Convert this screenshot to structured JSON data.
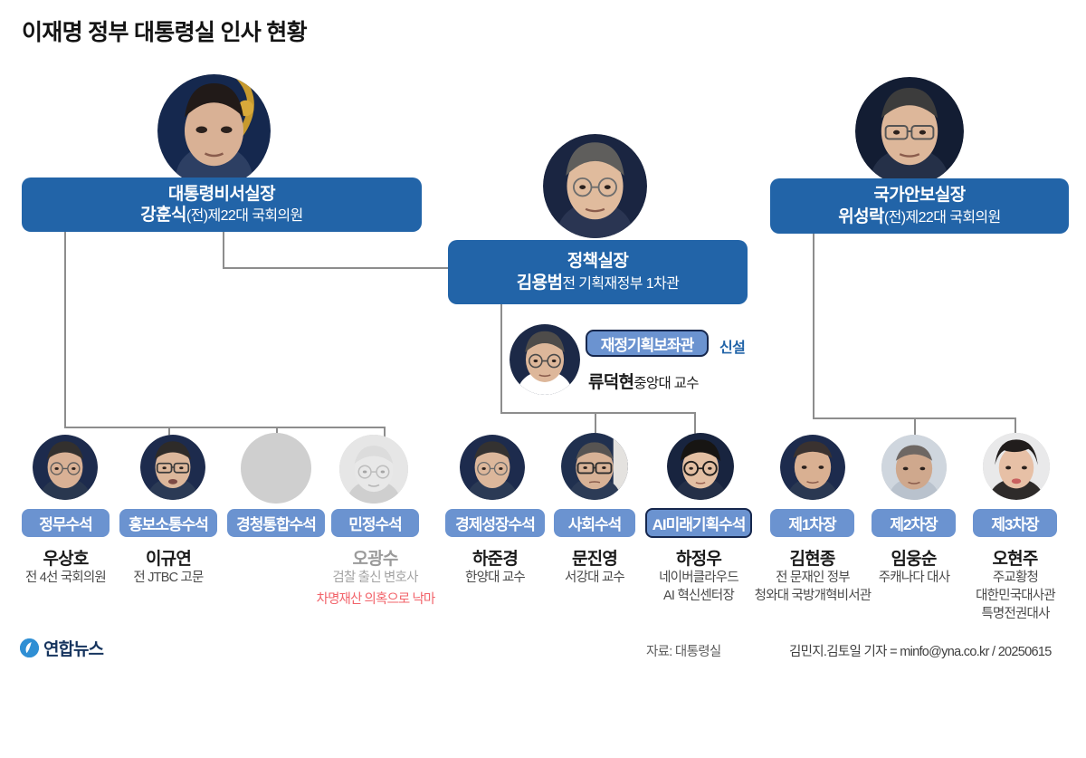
{
  "header": {
    "title": "이재명 정부 대통령실 인사 현황"
  },
  "top_boxes": [
    {
      "key": "chief_of_staff",
      "role": "대통령비서실장",
      "name": "강훈식",
      "detail": "(전)제22대 국회의원"
    },
    {
      "key": "policy_chief",
      "role": "정책실장",
      "name": "김용범",
      "detail": "전 기획재정부 1차관"
    },
    {
      "key": "national_security_chief",
      "role": "국가안보실장",
      "name": "위성락",
      "detail": "(전)제22대 국회의원"
    }
  ],
  "adviser": {
    "pill_label": "재정기획보좌관",
    "tag": "신설",
    "name": "류덕현",
    "detail": "중앙대 교수"
  },
  "secretaries": [
    {
      "key": "political_affairs",
      "pill_label": "정무수석",
      "name": "우상호",
      "desc_lines": [
        "전 4선 국회의원"
      ],
      "note": "",
      "muted": false,
      "outlined": false,
      "has_photo": true
    },
    {
      "key": "public_communication",
      "pill_label": "홍보소통수석",
      "name": "이규연",
      "desc_lines": [
        "전 JTBC 고문"
      ],
      "note": "",
      "muted": false,
      "outlined": false,
      "has_photo": true
    },
    {
      "key": "listening_integration",
      "pill_label": "경청통합수석",
      "name": "",
      "desc_lines": [],
      "note": "",
      "muted": false,
      "outlined": false,
      "has_photo": false
    },
    {
      "key": "civil_affairs",
      "pill_label": "민정수석",
      "name": "오광수",
      "desc_lines": [
        "검찰 출신 변호사"
      ],
      "note": "차명재산 의혹으로 낙마",
      "muted": true,
      "outlined": false,
      "has_photo": true
    },
    {
      "key": "economic_growth",
      "pill_label": "경제성장수석",
      "name": "하준경",
      "desc_lines": [
        "한양대 교수"
      ],
      "note": "",
      "muted": false,
      "outlined": false,
      "has_photo": true
    },
    {
      "key": "social_affairs",
      "pill_label": "사회수석",
      "name": "문진영",
      "desc_lines": [
        "서강대 교수"
      ],
      "note": "",
      "muted": false,
      "outlined": false,
      "has_photo": true
    },
    {
      "key": "ai_future_planning",
      "pill_label": "AI미래기획수석",
      "name": "하정우",
      "desc_lines": [
        "네이버클라우드",
        "AI 혁신센터장"
      ],
      "note": "",
      "muted": false,
      "outlined": true,
      "has_photo": true
    },
    {
      "key": "deputy_1",
      "pill_label": "제1차장",
      "name": "김현종",
      "desc_lines": [
        "전 문재인 정부",
        "청와대 국방개혁비서관"
      ],
      "note": "",
      "muted": false,
      "outlined": false,
      "has_photo": true
    },
    {
      "key": "deputy_2",
      "pill_label": "제2차장",
      "name": "임웅순",
      "desc_lines": [
        "주캐나다 대사"
      ],
      "note": "",
      "muted": false,
      "outlined": false,
      "has_photo": true
    },
    {
      "key": "deputy_3",
      "pill_label": "제3차장",
      "name": "오현주",
      "desc_lines": [
        "주교황청",
        "대한민국대사관",
        "특명전권대사"
      ],
      "note": "",
      "muted": false,
      "outlined": false,
      "has_photo": true
    }
  ],
  "footer": {
    "logo_text": "연합뉴스",
    "source": "자료: 대통령실",
    "byline": "김민지.김토일 기자 = minfo@yna.co.kr / 20250615"
  },
  "colors": {
    "dark_blue": "#2264a8",
    "light_blue": "#6b93d0",
    "outline_navy": "#16274d",
    "red_note": "#f2636a",
    "line_gray": "#8d8d8d",
    "logo_blue": "#2f8fd4"
  }
}
